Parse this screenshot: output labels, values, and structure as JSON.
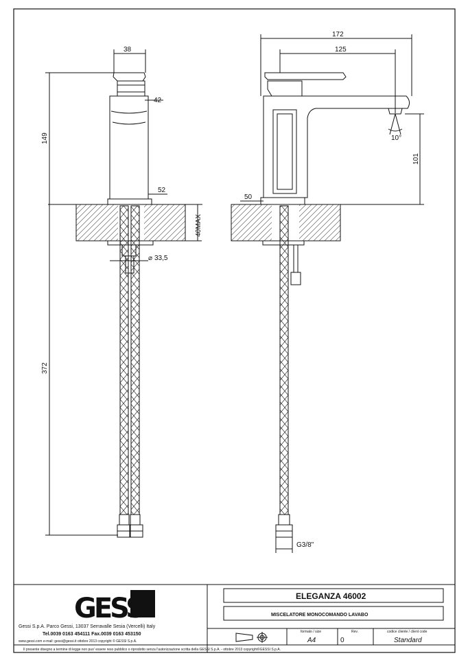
{
  "dimensions": {
    "d38": "38",
    "d42": "42",
    "d149": "149",
    "d52": "52",
    "d40max": "40MAX",
    "d33_5": "33,5",
    "d372": "372",
    "d172": "172",
    "d125": "125",
    "d10deg": "10°",
    "d101": "101",
    "d50": "50",
    "g38": "G3/8\""
  },
  "title_block": {
    "logo": "GESSI",
    "company_line": "Gessi S.p.A. Parco Gessi, 13037 Serravalle Sesia (Vercelli) Italy",
    "phone_line": "Tel.0039 0163 454111  Fax.0039 0163 453150",
    "web_line": "www.gessi.com  e-mail: gessi@gessi.it  ottobre 2013  copyright © GESSI S.p.A.",
    "product": "ELEGANZA  46002",
    "description": "MISCELATORE MONOCOMANDO LAVABO",
    "format_label": "formato / size",
    "format_value": "A4",
    "rev_label": "Rev.",
    "rev_value": "0",
    "code_label": "codice cliente / client code",
    "code_value": "Standard",
    "footer": "Il presente disegno a termine di legge non puo' essere reso pubblico o riprodotto senza l'autorizzazione scritta della GESSI S.p.A. - ottobre 2013  copyright©GESSI S.p.A."
  }
}
